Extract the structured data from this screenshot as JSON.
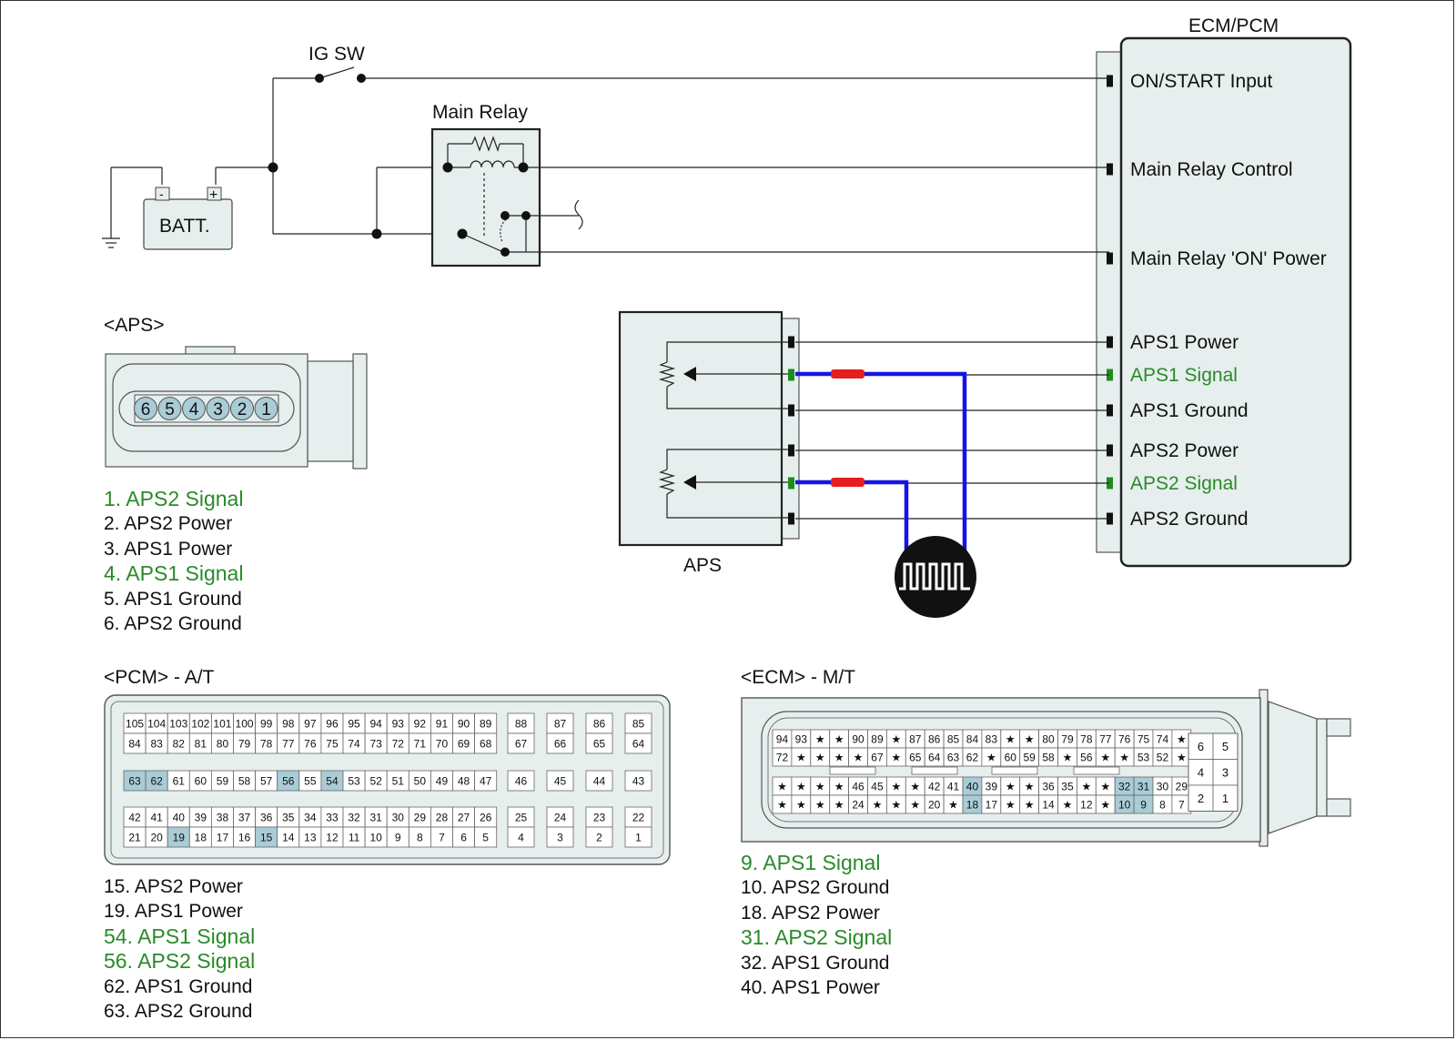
{
  "labels": {
    "ig_sw": "IG SW",
    "batt": "BATT.",
    "main_relay": "Main Relay",
    "ecm_pcm": "ECM/PCM",
    "aps": "APS",
    "aps_connector_title": "<APS>",
    "pcm_title": "<PCM> - A/T",
    "ecm_title": "<ECM> - M/T",
    "minus": "-",
    "plus": "+"
  },
  "ecm_pins": [
    {
      "label": "ON/START Input",
      "signal": false
    },
    {
      "label": "Main Relay Control",
      "signal": false
    },
    {
      "label": "Main Relay 'ON' Power",
      "signal": false
    },
    {
      "label": "APS1 Power",
      "signal": false
    },
    {
      "label": "APS1 Signal",
      "signal": true
    },
    {
      "label": "APS1 Ground",
      "signal": false
    },
    {
      "label": "APS2 Power",
      "signal": false
    },
    {
      "label": "APS2 Signal",
      "signal": true
    },
    {
      "label": "APS2 Ground",
      "signal": false
    }
  ],
  "aps_pin_numbers": [
    "6",
    "5",
    "4",
    "3",
    "2",
    "1"
  ],
  "aps_pin_list": [
    {
      "text": "1. APS2 Signal",
      "signal": true
    },
    {
      "text": "2. APS2 Power",
      "signal": false
    },
    {
      "text": "3. APS1 Power",
      "signal": false
    },
    {
      "text": "4. APS1 Signal",
      "signal": true
    },
    {
      "text": "5. APS1 Ground",
      "signal": false
    },
    {
      "text": "6. APS2 Ground",
      "signal": false
    }
  ],
  "pcm_pin_list": [
    {
      "text": "15. APS2 Power",
      "signal": false
    },
    {
      "text": "19. APS1 Power",
      "signal": false
    },
    {
      "text": "54. APS1 Signal",
      "signal": true
    },
    {
      "text": "56. APS2 Signal",
      "signal": true
    },
    {
      "text": "62. APS1 Ground",
      "signal": false
    },
    {
      "text": "63. APS2 Ground",
      "signal": false
    }
  ],
  "ecm_pin_list": [
    {
      "text": "9. APS1 Signal",
      "signal": true
    },
    {
      "text": "10. APS2 Ground",
      "signal": false
    },
    {
      "text": "18. APS2 Power",
      "signal": false
    },
    {
      "text": "31. APS2 Signal",
      "signal": true
    },
    {
      "text": "32. APS1 Ground",
      "signal": false
    },
    {
      "text": "40. APS1 Power",
      "signal": false
    }
  ],
  "pcm_connector": {
    "row1": [
      "105",
      "104",
      "103",
      "102",
      "101",
      "100",
      "99",
      "98",
      "97",
      "96",
      "95",
      "94",
      "93",
      "92",
      "91",
      "90",
      "89"
    ],
    "row2": [
      "84",
      "83",
      "82",
      "81",
      "80",
      "79",
      "78",
      "77",
      "76",
      "75",
      "74",
      "73",
      "72",
      "71",
      "70",
      "69",
      "68"
    ],
    "row3": [
      "63",
      "62",
      "61",
      "60",
      "59",
      "58",
      "57",
      "56",
      "55",
      "54",
      "53",
      "52",
      "51",
      "50",
      "49",
      "48",
      "47"
    ],
    "row4": [
      "42",
      "41",
      "40",
      "39",
      "38",
      "37",
      "36",
      "35",
      "34",
      "33",
      "32",
      "31",
      "30",
      "29",
      "28",
      "27",
      "26"
    ],
    "row5": [
      "21",
      "20",
      "19",
      "18",
      "17",
      "16",
      "15",
      "14",
      "13",
      "12",
      "11",
      "10",
      "9",
      "8",
      "7",
      "6",
      "5"
    ],
    "side_top": [
      [
        "88",
        "87",
        "86",
        "85"
      ],
      [
        "67",
        "66",
        "65",
        "64"
      ]
    ],
    "side_mid": [
      "46",
      "45",
      "44",
      "43"
    ],
    "side_bot": [
      [
        "25",
        "24",
        "23",
        "22"
      ],
      [
        "4",
        "3",
        "2",
        "1"
      ]
    ],
    "highlighted": [
      "63",
      "62",
      "56",
      "54",
      "19",
      "15"
    ]
  },
  "ecm_connector": {
    "row1": [
      "94",
      "93",
      "★",
      "★",
      "90",
      "89",
      "★",
      "87",
      "86",
      "85",
      "84",
      "83",
      "★",
      "★",
      "80",
      "79",
      "78",
      "77",
      "76",
      "75",
      "74",
      "★"
    ],
    "row2": [
      "72",
      "★",
      "★",
      "★",
      "★",
      "67",
      "★",
      "65",
      "64",
      "63",
      "62",
      "★",
      "60",
      "59",
      "58",
      "★",
      "56",
      "★",
      "★",
      "53",
      "52",
      "★"
    ],
    "row3": [
      "★",
      "★",
      "★",
      "★",
      "46",
      "45",
      "★",
      "★",
      "42",
      "41",
      "40",
      "39",
      "★",
      "★",
      "36",
      "35",
      "★",
      "★",
      "32",
      "31",
      "30",
      "29"
    ],
    "row4": [
      "★",
      "★",
      "★",
      "★",
      "24",
      "★",
      "★",
      "★",
      "20",
      "★",
      "18",
      "17",
      "★",
      "★",
      "14",
      "★",
      "12",
      "★",
      "10",
      "9",
      "8",
      "7"
    ],
    "side": [
      [
        "6",
        "5"
      ],
      [
        "4",
        "3"
      ],
      [
        "2",
        "1"
      ]
    ],
    "highlighted": [
      "40",
      "32",
      "31",
      "18",
      "10",
      "9"
    ]
  },
  "colors": {
    "signal_text": "#2a8a2a",
    "probe_wire": "#1414e6",
    "probe_tip": "#e61e1e",
    "pin_highlight": "#a9ccd6",
    "panel_fill": "#e7eeee",
    "signal_pin": "#1e8c1e"
  },
  "icons": {
    "oscilloscope": "square-wave-probe-icon",
    "ground": "ground-symbol-icon",
    "resistor": "resistor-icon",
    "coil": "relay-coil-icon"
  }
}
